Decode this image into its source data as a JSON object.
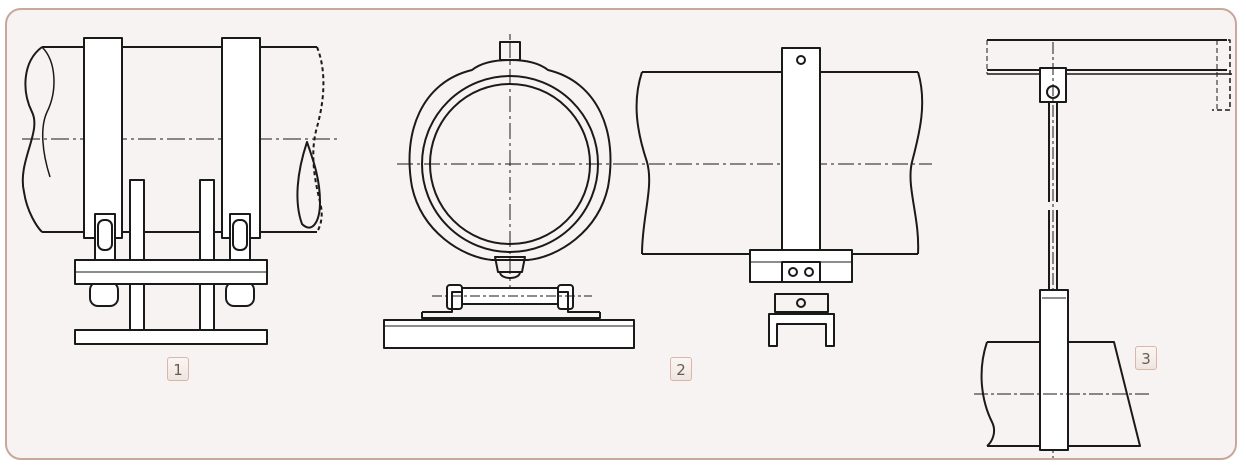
{
  "figure": {
    "labels": [
      {
        "id": "1",
        "text": "1"
      },
      {
        "id": "2",
        "text": "2"
      },
      {
        "id": "3",
        "text": "3"
      }
    ]
  },
  "colors": {
    "frame_border": "#c9a79a",
    "frame_background": "#f7f3f2",
    "line": "#1a1a1a",
    "badge_border": "#d8b6a8",
    "badge_text": "#6a5a55"
  }
}
